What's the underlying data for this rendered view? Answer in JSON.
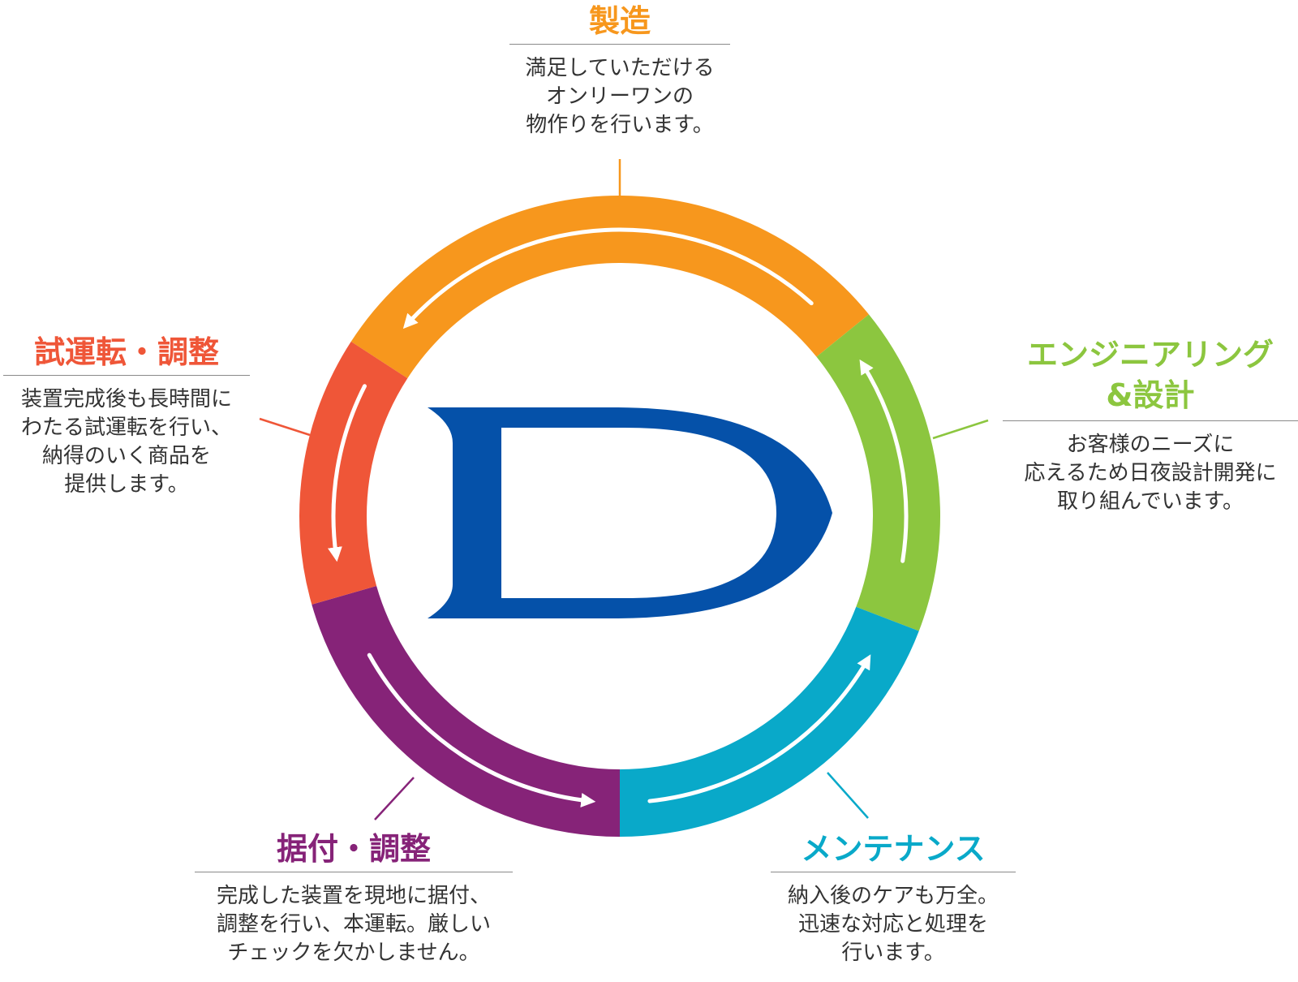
{
  "colors": {
    "manufacturing": "#f7971d",
    "engineering": "#8cc63f",
    "maintenance": "#09a9c9",
    "installation": "#862378",
    "testrun": "#ef5638",
    "logo": "#0551a9",
    "rule": "#8a8a8a",
    "arrow": "#ffffff"
  },
  "logo": {
    "letter": "D",
    "icon": "d-logo-icon"
  },
  "stages": {
    "manufacturing": {
      "title": "製造",
      "desc": "満足していただける\nオンリーワンの\n物作りを行います。"
    },
    "engineering": {
      "title": "エンジニアリング\n&設計",
      "desc": "お客様のニーズに\n応えるため日夜設計開発に\n取り組んでいます。"
    },
    "maintenance": {
      "title": "メンテナンス",
      "desc": "納入後のケアも万全。\n迅速な対応と処理を\n行います。"
    },
    "installation": {
      "title": "据付・調整",
      "desc": "完成した装置を現地に据付、\n調整を行い、本運転。厳しい\nチェックを欠かしません。"
    },
    "testrun": {
      "title": "試運転・調整",
      "desc": "装置完成後も長時間に\nわたる試運転を行い、\n納得のいく商品を\n提供します。"
    }
  }
}
